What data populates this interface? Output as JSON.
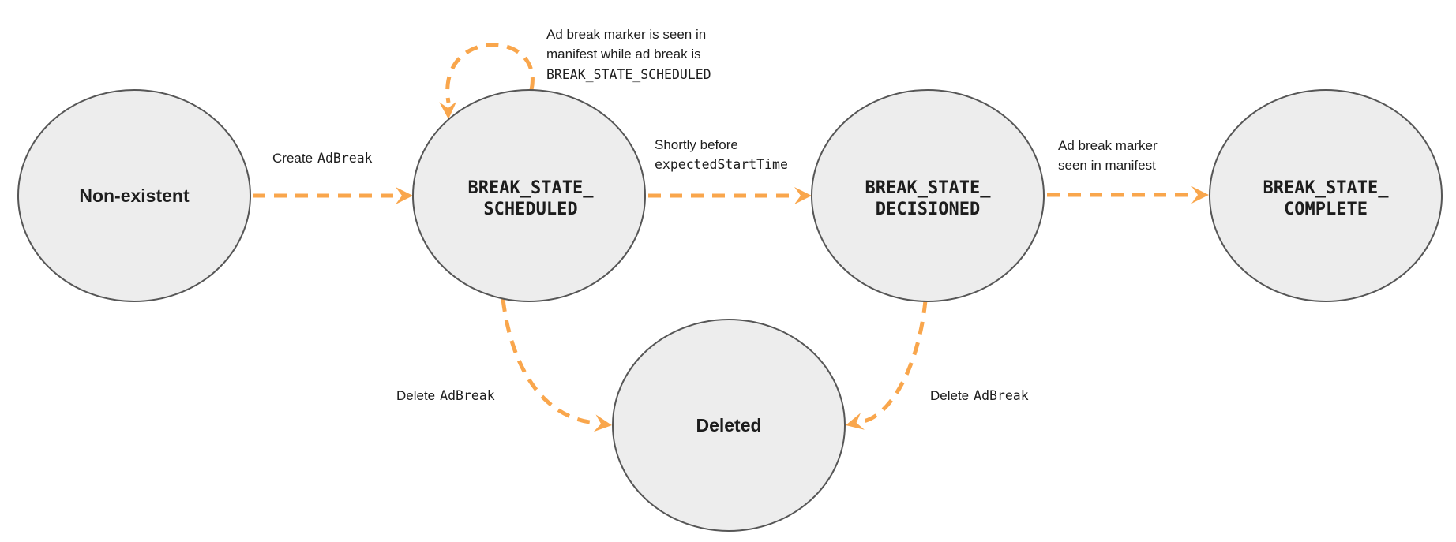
{
  "colors": {
    "background": "#FFFFFF",
    "arrow_orange": "#F9A64C",
    "node_fill": "#EDEDED",
    "node_border": "#565656",
    "text": "#1D1D1D"
  },
  "states": {
    "non_existent": {
      "label": "Non-existent"
    },
    "scheduled": {
      "line1": "BREAK_STATE_",
      "line2": "SCHEDULED"
    },
    "decisioned": {
      "line1": "BREAK_STATE_",
      "line2": "DECISIONED"
    },
    "complete": {
      "line1": "BREAK_STATE_",
      "line2": "COMPLETE"
    },
    "deleted": {
      "label": "Deleted"
    }
  },
  "transitions": {
    "create": {
      "from": "Non-existent",
      "to": "BREAK_STATE_SCHEDULED",
      "prefix": "Create",
      "code": "AdBreak"
    },
    "self_loop": {
      "from": "BREAK_STATE_SCHEDULED",
      "to": "BREAK_STATE_SCHEDULED",
      "line1": "Ad break marker is seen in",
      "line2": "manifest while ad break is",
      "code_line": "BREAK_STATE_SCHEDULED"
    },
    "to_decisioned": {
      "from": "BREAK_STATE_SCHEDULED",
      "to": "BREAK_STATE_DECISIONED",
      "line1": "Shortly before",
      "code_line": "expectedStartTime"
    },
    "to_complete": {
      "from": "BREAK_STATE_DECISIONED",
      "to": "BREAK_STATE_COMPLETE",
      "line1": "Ad break marker",
      "line2": "seen in manifest"
    },
    "delete_from_scheduled": {
      "from": "BREAK_STATE_SCHEDULED",
      "to": "Deleted",
      "prefix": "Delete",
      "code": "AdBreak"
    },
    "delete_from_decisioned": {
      "from": "BREAK_STATE_DECISIONED",
      "to": "Deleted",
      "prefix": "Delete",
      "code": "AdBreak"
    }
  }
}
